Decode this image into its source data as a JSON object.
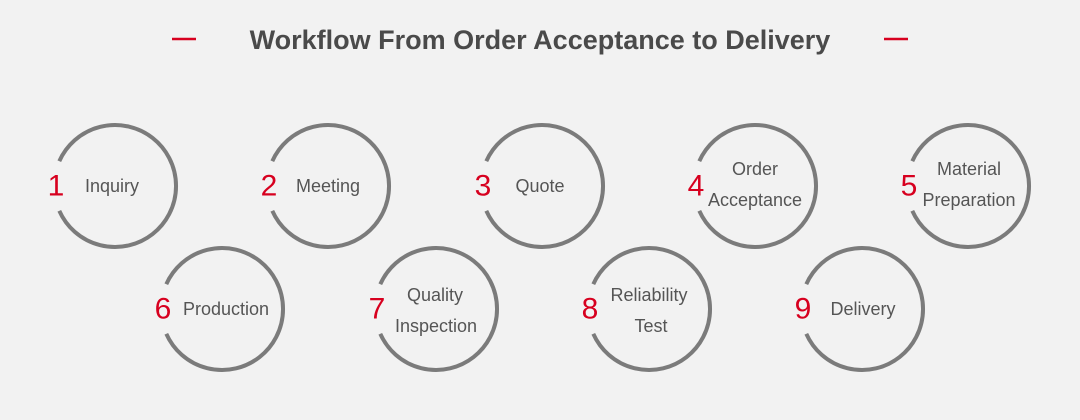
{
  "title": "Workflow From Order Acceptance to Delivery",
  "colors": {
    "background": "#f2f2f2",
    "accent": "#d7001f",
    "circle": "#7b7b7b",
    "text": "#555555",
    "title": "#4a4a4a"
  },
  "steps": [
    {
      "number": "1",
      "label": [
        "Inquiry"
      ]
    },
    {
      "number": "2",
      "label": [
        "Meeting"
      ]
    },
    {
      "number": "3",
      "label": [
        "Quote"
      ]
    },
    {
      "number": "4",
      "label": [
        "Order",
        "Acceptance"
      ]
    },
    {
      "number": "5",
      "label": [
        "Material",
        "Preparation"
      ]
    },
    {
      "number": "6",
      "label": [
        "Production"
      ]
    },
    {
      "number": "7",
      "label": [
        "Quality",
        "Inspection"
      ]
    },
    {
      "number": "8",
      "label": [
        "Reliability",
        "Test"
      ]
    },
    {
      "number": "9",
      "label": [
        "Delivery"
      ]
    }
  ]
}
